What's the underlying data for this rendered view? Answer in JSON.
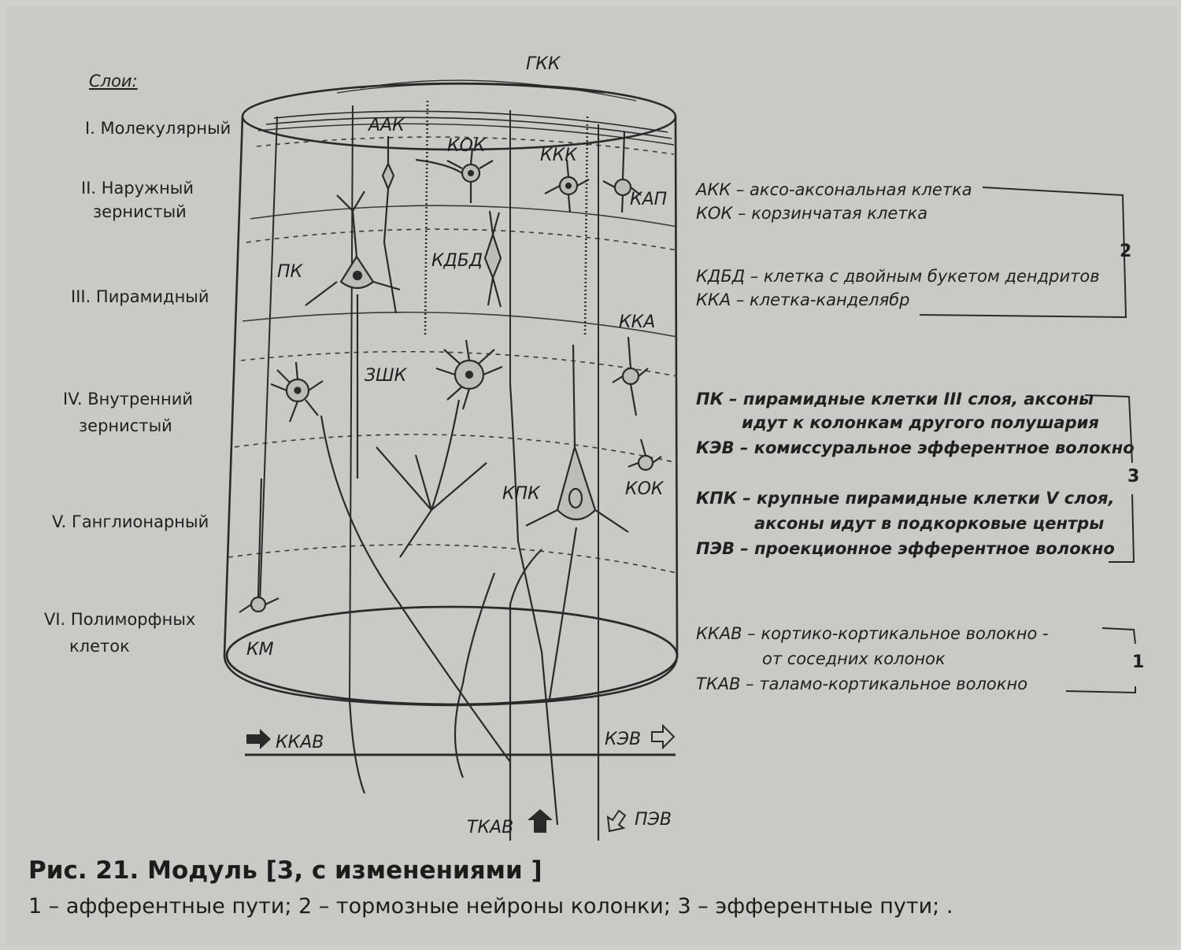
{
  "figure": {
    "title": "Рис. 21. Модуль [3, с изменениями ]",
    "caption": "1 – афферентные пути; 2 – тормозные нейроны колонки; 3 – эфферентные пути; ."
  },
  "layers": {
    "heading": "Слои:",
    "l1": "I. Молекулярный",
    "l2a": "II. Наружный",
    "l2b": "зернистый",
    "l3": "III. Пирамидный",
    "l4a": "IV. Внутренний",
    "l4b": "зернистый",
    "l5": "V. Ганглионарный",
    "l6a": "VI. Полиморфных",
    "l6b": "клеток"
  },
  "labels": {
    "gkk": "ГКК",
    "aak": "ААК",
    "kok_top": "КОК",
    "kkk": "ККК",
    "kap": "КАП",
    "pk": "ПК",
    "kdbd": "КДБД",
    "kka": "ККА",
    "zshk": "ЗШК",
    "kpk": "КПК",
    "kok_bottom": "КОК",
    "km": "КМ",
    "kkav": "ККАВ",
    "kev": "КЭВ",
    "tkav": "ТКАВ",
    "pev": "ПЭВ"
  },
  "legend": {
    "akk": "АКК – аксо-аксональная клетка",
    "kok": "КОК – корзинчатая клетка",
    "kdbd": "КДБД – клетка с двойным букетом дендритов",
    "kka": "ККА – клетка-канделябр",
    "pk_a": "ПК – пирамидные клетки III слоя, аксоны",
    "pk_b": "идут к колонкам другого полушария",
    "kev": "КЭВ – комиссуральное эфферентное волокно",
    "kpk_a": "КПК – крупные пирамидные клетки V слоя,",
    "kpk_b": "аксоны идут в подкорковые центры",
    "pev": "ПЭВ – проекционное эфферентное волокно",
    "kkav_a": "ККАВ – кортико-кортикальное волокно -",
    "kkav_b": "от соседних колонок",
    "tkav": "ТКАВ – таламо-кортикальное волокно",
    "group2": "2",
    "group3": "3",
    "group1": "1"
  }
}
